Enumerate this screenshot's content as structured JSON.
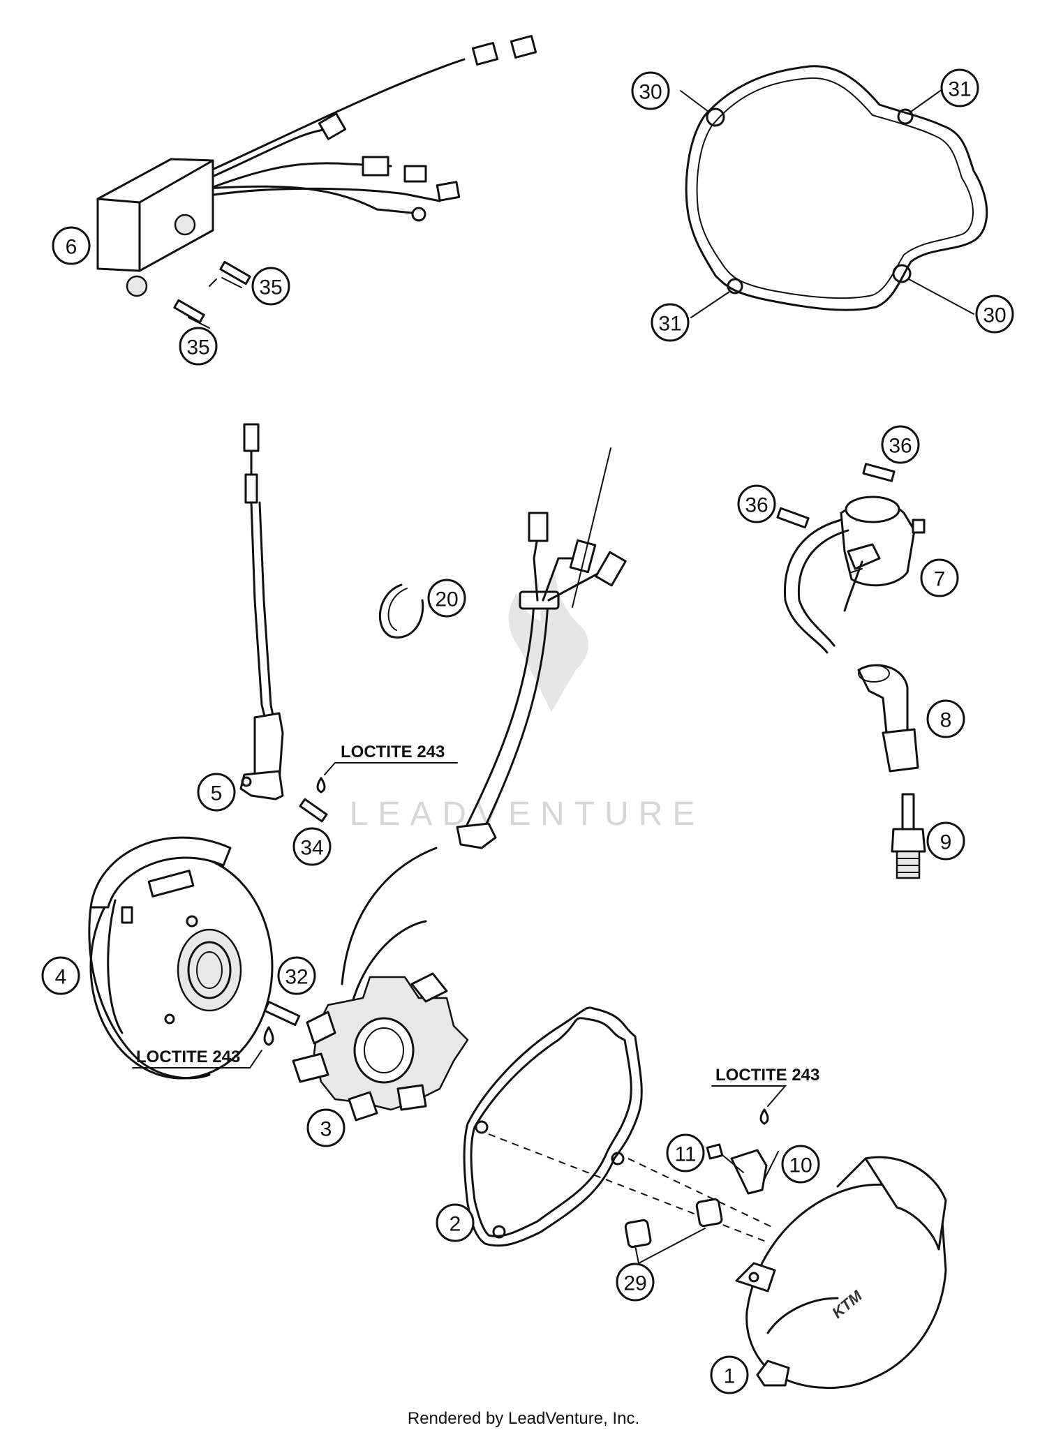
{
  "callouts": [
    "1",
    "2",
    "3",
    "4",
    "5",
    "6",
    "7",
    "8",
    "9",
    "10",
    "11",
    "20",
    "29",
    "30",
    "30",
    "31",
    "31",
    "32",
    "34",
    "35",
    "35",
    "36",
    "36"
  ],
  "notes": [
    "LOCTITE 243",
    "LOCTITE 243",
    "LOCTITE 243"
  ],
  "watermark": "LEADVENTURE",
  "footer": "Rendered by LeadVenture, Inc."
}
